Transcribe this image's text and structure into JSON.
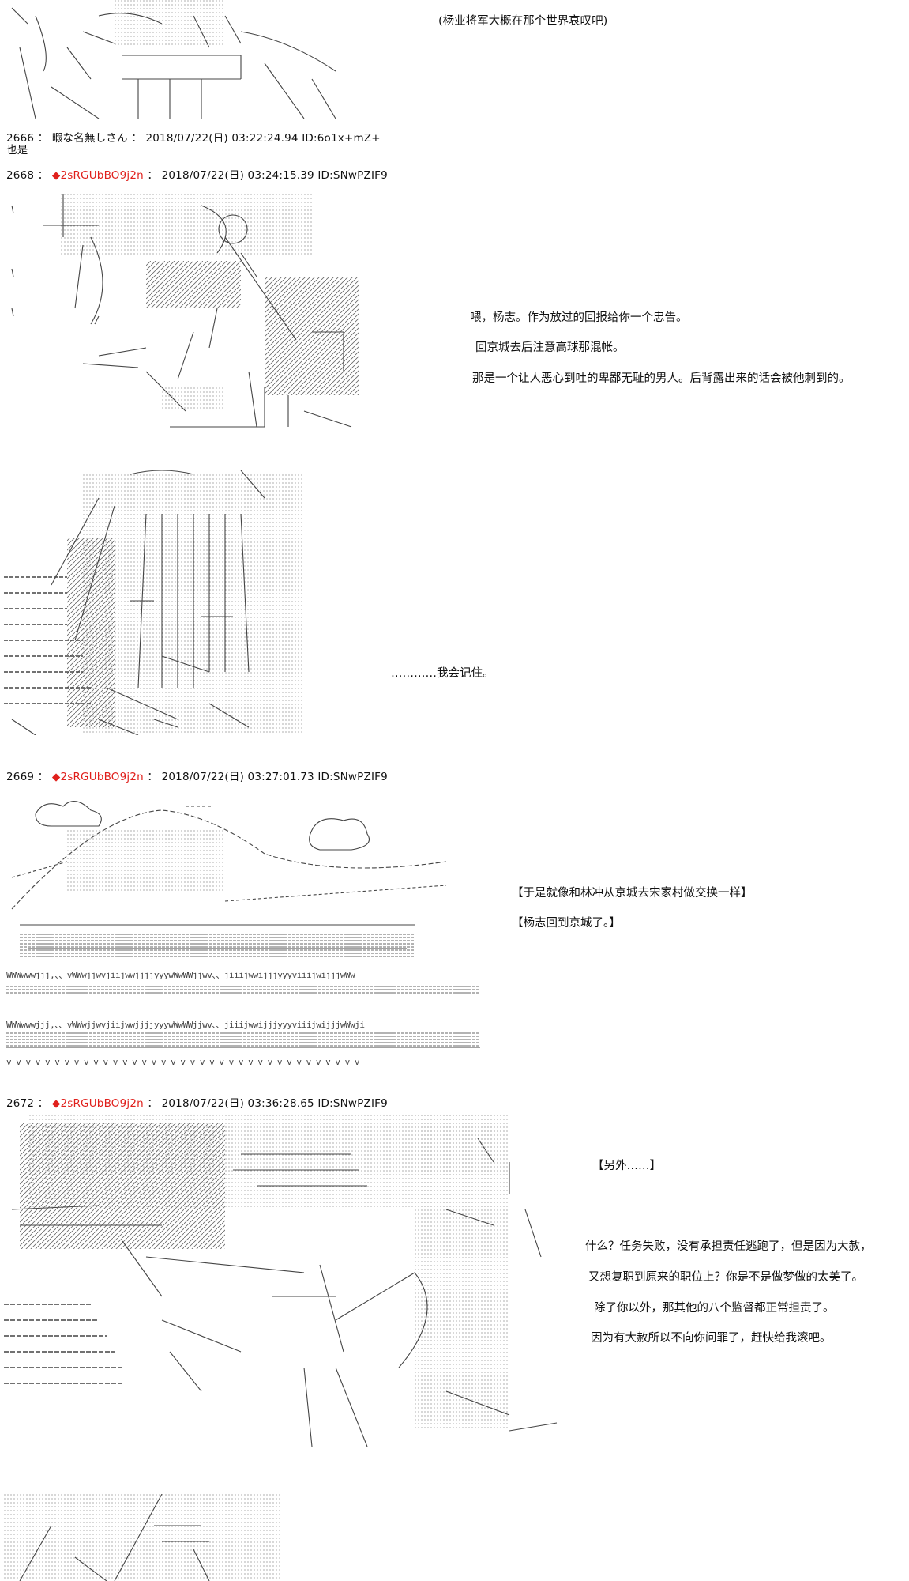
{
  "top_caption": "(杨业将军大概在那个世界哀叹吧)",
  "posts": [
    {
      "number": "2666",
      "name": "暇な名無しさん",
      "date": "2018/07/22(日) 03:22:24.94",
      "id": "ID:6o1x+mZ+",
      "body": "也是"
    },
    {
      "number": "2668",
      "diamond": "◆",
      "trip": "2sRGUbBO9j2n",
      "date": "2018/07/22(日) 03:24:15.39",
      "id": "ID:SNwPZIF9"
    },
    {
      "number": "2669",
      "diamond": "◆",
      "trip": "2sRGUbBO9j2n",
      "date": "2018/07/22(日) 03:27:01.73",
      "id": "ID:SNwPZIF9"
    },
    {
      "number": "2672",
      "diamond": "◆",
      "trip": "2sRGUbBO9j2n",
      "date": "2018/07/22(日) 03:36:28.65",
      "id": "ID:SNwPZIF9"
    }
  ],
  "dialogue_2668": [
    "喂，杨志。作为放过的回报给你一个忠告。",
    "回京城去后注意高球那混帐。",
    "那是一个让人恶心到吐的卑鄙无耻的男人。后背露出来的话会被他刺到的。"
  ],
  "dialogue_remember": "…………我会记住。",
  "narration_2669": [
    "【于是就像和林冲从京城去宋家村做交换一样】",
    "【杨志回到京城了。】"
  ],
  "ground_text": {
    "row1": "WWWwwwjjj,、、vWWwjjwvjiijwwjjjjyyywWwWWjjwv、、jiiijwwijjjyyyviiijwijjjwWw",
    "row2": "WWWwwwjjj,、、vWWwjjwvjiijwwjjjjyyywWwWWjjwv、、jiiijwwijjjyyyviiijwijjjwWwji",
    "row3": "v v v v v v v v v v v v v v v v v v v v v v v v v v v v v v v v v v v v v"
  },
  "dialogue_2672": [
    "【另外……】",
    "什么？任务失败，没有承担责任逃跑了，但是因为大赦，",
    "又想复职到原来的职位上？你是不是做梦做的太美了。",
    "除了你以外，那其他的八个监督都正常担责了。",
    "因为有大赦所以不向你问罪了，赶快给我滚吧。"
  ]
}
